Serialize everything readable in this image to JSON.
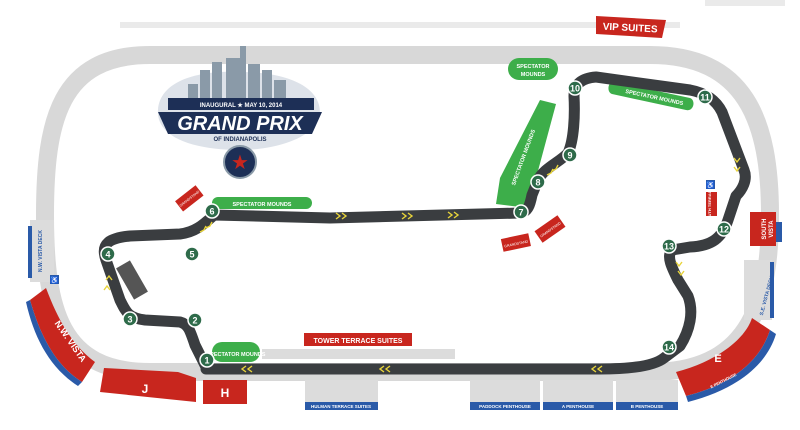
{
  "logo": {
    "banner": "INAUGURAL ★ MAY 10, 2014",
    "title": "GRAND PRIX",
    "subtitle": "OF INDIANAPOLIS"
  },
  "turns": [
    "1",
    "2",
    "3",
    "4",
    "5",
    "6",
    "7",
    "8",
    "9",
    "10",
    "11",
    "12",
    "13",
    "14"
  ],
  "mounds": {
    "t1": "SPECTATOR MOUNDS",
    "t6": "SPECTATOR MOUNDS",
    "top_a": "SPECTATOR",
    "top_b": "MOUNDS",
    "t10": "SPECTATOR MOUNDS",
    "diagonal": "SPECTATOR MOUNDS"
  },
  "suites": {
    "vip": "VIP SUITES",
    "tower_terrace": "TOWER TERRACE SUITES",
    "hulman_terrace": "HULMAN TERRACE SUITES",
    "paddock_penthouse": "PADDOCK PENTHOUSE",
    "a_penthouse": "A PENTHOUSE",
    "b_penthouse": "B PENTHOUSE",
    "e_penthouse": "E PENTHOUSE"
  },
  "stands": {
    "j": "J",
    "h": "H",
    "e": "E",
    "nw_vista": "N.W. VISTA",
    "south_vista_a": "SOUTH",
    "south_vista_b": "VISTA",
    "nw_vista_deck": "N.W. VISTA DECK",
    "se_vista_deck": "S.E. VISTA DECK",
    "south_terrace": "SOUTH TERRACE",
    "grandstand_small": "GRANDSTAND"
  },
  "colors": {
    "track": "#3a3d40",
    "oval": "#d8d8d8",
    "turn_marker": "#2e6b4a",
    "mound": "#3dae4a",
    "stand_red": "#c8261e",
    "stand_blue": "#2a5aa8",
    "chevron": "#e8d43a"
  }
}
